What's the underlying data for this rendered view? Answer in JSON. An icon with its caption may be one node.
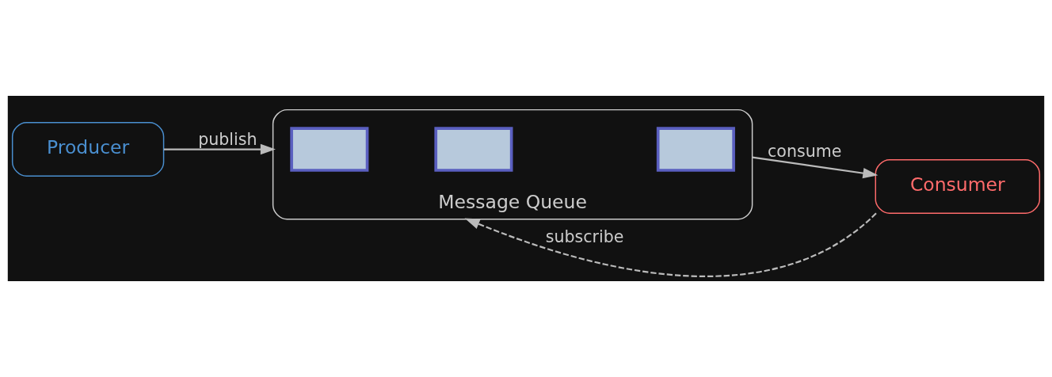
{
  "diagram": {
    "nodes": [
      {
        "text": [
          "Producer"
        ]
      },
      {
        "text": [
          "Message Queue"
        ]
      },
      {
        "text": [],
        "shape": "envelope",
        "in": 1
      },
      {
        "text": [],
        "shape": "envelope",
        "in": 1
      },
      {
        "text": [],
        "shape": "envelope",
        "in": 1
      },
      {
        "text": [
          "Consumer"
        ]
      }
    ],
    "edges": [
      {
        "from": 0,
        "to": 1,
        "arrow": "to",
        "label": "publish"
      },
      {
        "from": 1,
        "to": 5,
        "arrow": "to",
        "label": "consume"
      },
      {
        "from": 5,
        "to": 1,
        "arrow": "to",
        "label": "subscribe",
        "style": "dashed"
      }
    ]
  }
}
